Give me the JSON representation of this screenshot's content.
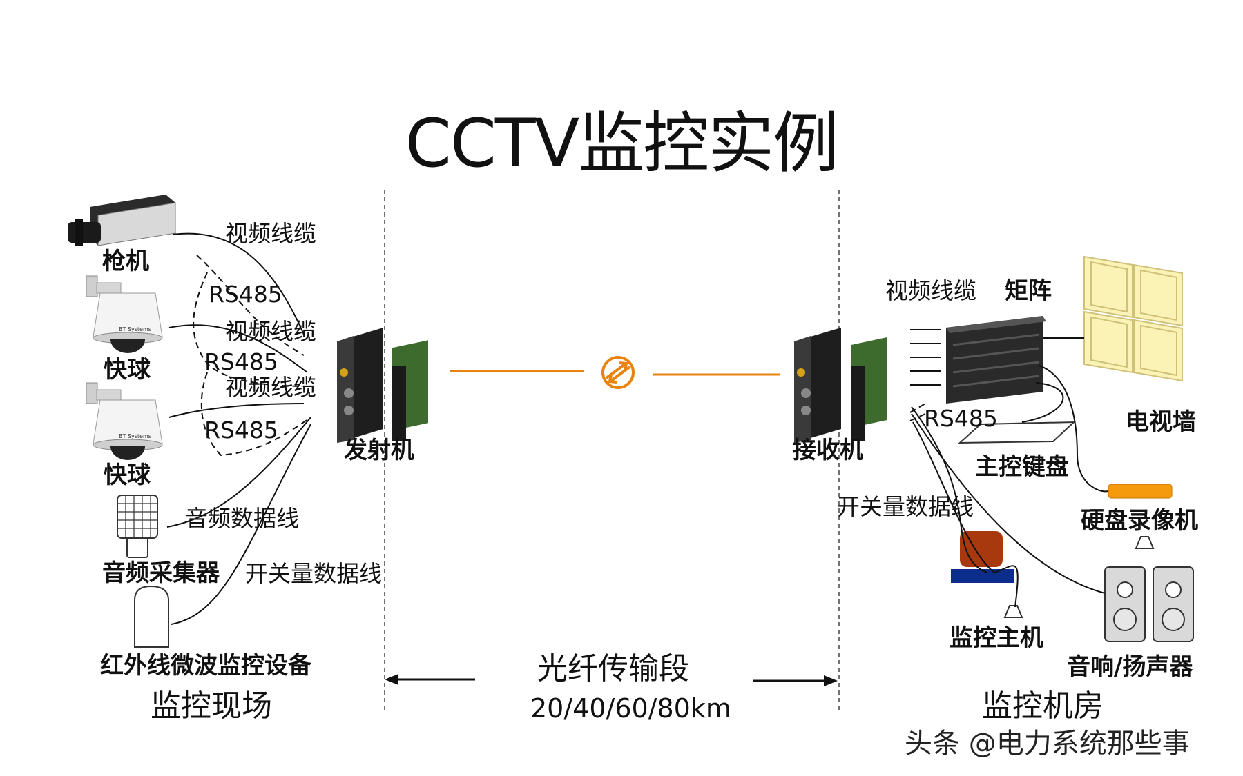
{
  "title": "CCTV监控实例",
  "left": {
    "devices": {
      "gun_camera": "枪机",
      "dome1": "快球",
      "dome2": "快球",
      "audio_collector": "音频采集器",
      "ir_detector": "红外线微波监控设备",
      "transmitter": "发射机"
    },
    "cables": {
      "video1": "视频线缆",
      "rs485_1": "RS485",
      "video2": "视频线缆",
      "rs485_2": "RS485",
      "video3": "视频线缆",
      "rs485_3": "RS485",
      "audio": "音频数据线",
      "switch": "开关量数据线"
    },
    "section": "监控现场"
  },
  "middle": {
    "section": "光纤传输段",
    "distance": "20/40/60/80km"
  },
  "right": {
    "devices": {
      "receiver": "接收机",
      "matrix": "矩阵",
      "tv_wall": "电视墙",
      "keyboard": "主控键盘",
      "dvr": "硬盘录像机",
      "host": "监控主机",
      "speaker": "音响/扬声器"
    },
    "cables": {
      "video": "视频线缆",
      "rs485": "RS485",
      "switch": "开关量数据线"
    },
    "section": "监控机房"
  },
  "watermark": "头条 @电力系统那些事",
  "colors": {
    "fiber": "#e8830e",
    "tv_screen": "#fbf3b5",
    "dvr": "#f59a0c",
    "host_monitor": "#a8380e",
    "host_base": "#0c2d8a"
  }
}
